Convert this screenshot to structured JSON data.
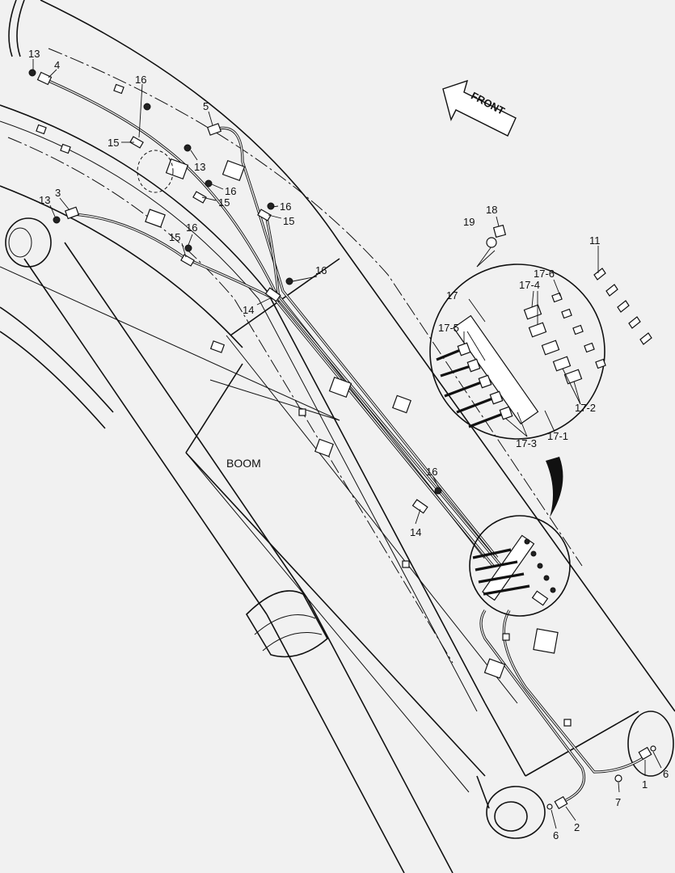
{
  "labels": {
    "boom": "BOOM",
    "front": "FRONT"
  },
  "callouts": [
    {
      "id": "c13a",
      "text": "13"
    },
    {
      "id": "c4",
      "text": "4"
    },
    {
      "id": "c16a",
      "text": "16"
    },
    {
      "id": "c5",
      "text": "5"
    },
    {
      "id": "c15a",
      "text": "15"
    },
    {
      "id": "c13b",
      "text": "13"
    },
    {
      "id": "c16b",
      "text": "16"
    },
    {
      "id": "c15b",
      "text": "15"
    },
    {
      "id": "c13c",
      "text": "13"
    },
    {
      "id": "c3",
      "text": "3"
    },
    {
      "id": "c16c",
      "text": "16"
    },
    {
      "id": "c15c",
      "text": "15"
    },
    {
      "id": "c15d",
      "text": "15"
    },
    {
      "id": "c16d",
      "text": "16"
    },
    {
      "id": "c16e",
      "text": "16"
    },
    {
      "id": "c14a",
      "text": "14"
    },
    {
      "id": "c19",
      "text": "19"
    },
    {
      "id": "c18",
      "text": "18"
    },
    {
      "id": "c11",
      "text": "11"
    },
    {
      "id": "c17",
      "text": "17"
    },
    {
      "id": "c176",
      "text": "17-6"
    },
    {
      "id": "c174",
      "text": "17-4"
    },
    {
      "id": "c175",
      "text": "17-5"
    },
    {
      "id": "c172",
      "text": "17-2"
    },
    {
      "id": "c173",
      "text": "17-3"
    },
    {
      "id": "c171",
      "text": "17-1"
    },
    {
      "id": "c16f",
      "text": "16"
    },
    {
      "id": "c14b",
      "text": "14"
    },
    {
      "id": "c6a",
      "text": "6"
    },
    {
      "id": "c1",
      "text": "1"
    },
    {
      "id": "c7",
      "text": "7"
    },
    {
      "id": "c2",
      "text": "2"
    },
    {
      "id": "c6b",
      "text": "6"
    }
  ]
}
